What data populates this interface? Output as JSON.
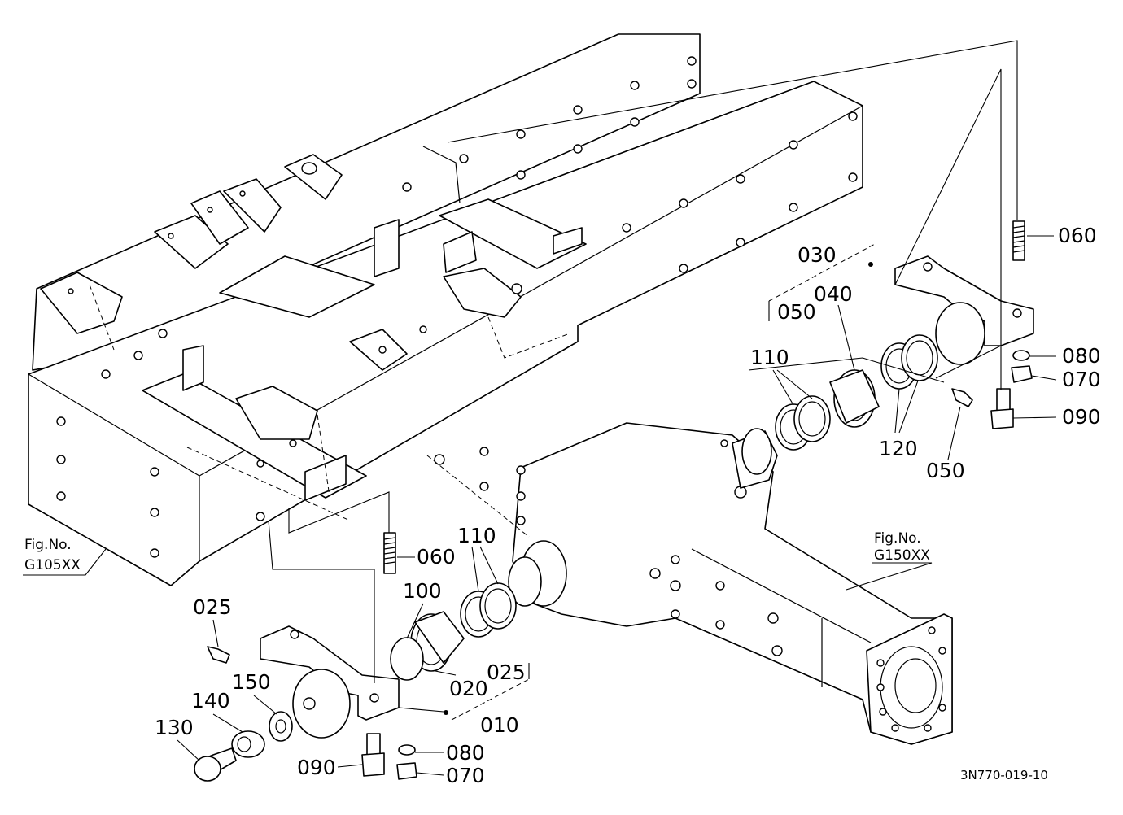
{
  "callouts": {
    "c060_upper": "060",
    "c030": "030",
    "c050_upper": "050",
    "c040": "040",
    "c110_upper": "110",
    "c080_upper": "080",
    "c070_upper": "070",
    "c090_upper": "090",
    "c120": "120",
    "c050_mid": "050",
    "c060_lower": "060",
    "c110_lower": "110",
    "c100": "100",
    "c025_left": "025",
    "c025_right": "025",
    "c150": "150",
    "c140": "140",
    "c130": "130",
    "c020": "020",
    "c010": "010",
    "c080_lower": "080",
    "c090_lower": "090",
    "c070_lower": "070"
  },
  "figure_refs": {
    "left_line1": "Fig.No.",
    "left_line2": "G105XX",
    "right_line1": "Fig.No.",
    "right_line2": "G150XX"
  },
  "document_number": "3N770-019-10"
}
